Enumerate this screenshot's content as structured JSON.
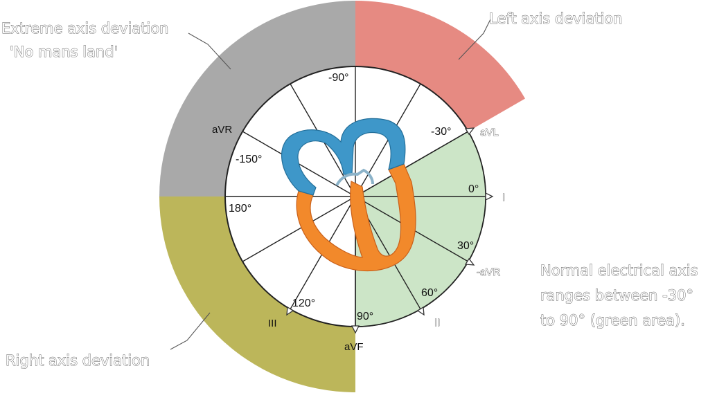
{
  "colors": {
    "extreme": "#a9a9a9",
    "left": "#e68a82",
    "normal": "#cce5c7",
    "right": "#bcb65a",
    "atria": "#3e97c9",
    "ventricles": "#f2892b"
  },
  "regions": {
    "extreme_label_line1": "Extreme axis deviation",
    "extreme_label_line2": "'No mans land'",
    "left_label": "Left axis deviation",
    "right_label": "Right axis deviation",
    "normal_label_line1": "Normal electrical axis",
    "normal_label_line2": "ranges between -30°",
    "normal_label_line3": "to 90° (green area)."
  },
  "angles": {
    "minus90": "-90°",
    "minus30": "-30°",
    "minus150": "-150°",
    "zero": "0°",
    "thirty": "30°",
    "sixty": "60°",
    "ninety": "90°",
    "onetwenty": "120°",
    "oneeighty": "180°"
  },
  "leads": {
    "aVR": "aVR",
    "aVL": "aVL",
    "I": "I",
    "minus_aVR": "-aVR",
    "II": "II",
    "aVF": "aVF",
    "III": "III"
  }
}
